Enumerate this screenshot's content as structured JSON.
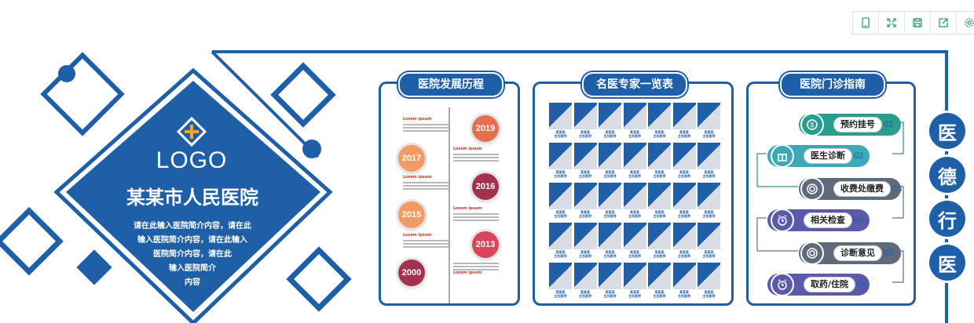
{
  "toolbar": {
    "icons": [
      "tablet-icon",
      "fullscreen-icon",
      "save-icon",
      "share-icon",
      "settings-icon"
    ]
  },
  "brand": {
    "logo_text": "LOGO",
    "hospital_name": "某某市人民医院",
    "intro_lines": [
      "请在此输入医院简介内容，请在此",
      "输入医院简介内容，请在此输入",
      "医院简介内容，请在此",
      "输入医院简介",
      "内容"
    ]
  },
  "panels": {
    "history": {
      "title": "医院发展历程",
      "placeholder_head": "Lorem ipsum",
      "years": [
        "2019",
        "2017",
        "2016",
        "2015",
        "2013",
        "2000"
      ]
    },
    "experts": {
      "title": "名医专家一览表",
      "name_placeholder": "某某某",
      "role_placeholder": "主任医师"
    },
    "guide": {
      "title": "医院门诊指南",
      "items": [
        {
          "label": "预约挂号",
          "num": "01"
        },
        {
          "label": "医生诊断",
          "num": "02"
        },
        {
          "label": "收费处缴费",
          "num": "03"
        },
        {
          "label": "相关检查",
          "num": "04"
        },
        {
          "label": "诊断意见",
          "num": "03"
        },
        {
          "label": "取药/住院",
          "num": "04"
        }
      ]
    }
  },
  "virtues": [
    "医",
    "德",
    "行",
    "医"
  ],
  "colors": {
    "brand": "#1f5fa8",
    "teal": "#2a9d8f",
    "gray": "#5f6b7a",
    "purple": "#5b5aa8"
  }
}
